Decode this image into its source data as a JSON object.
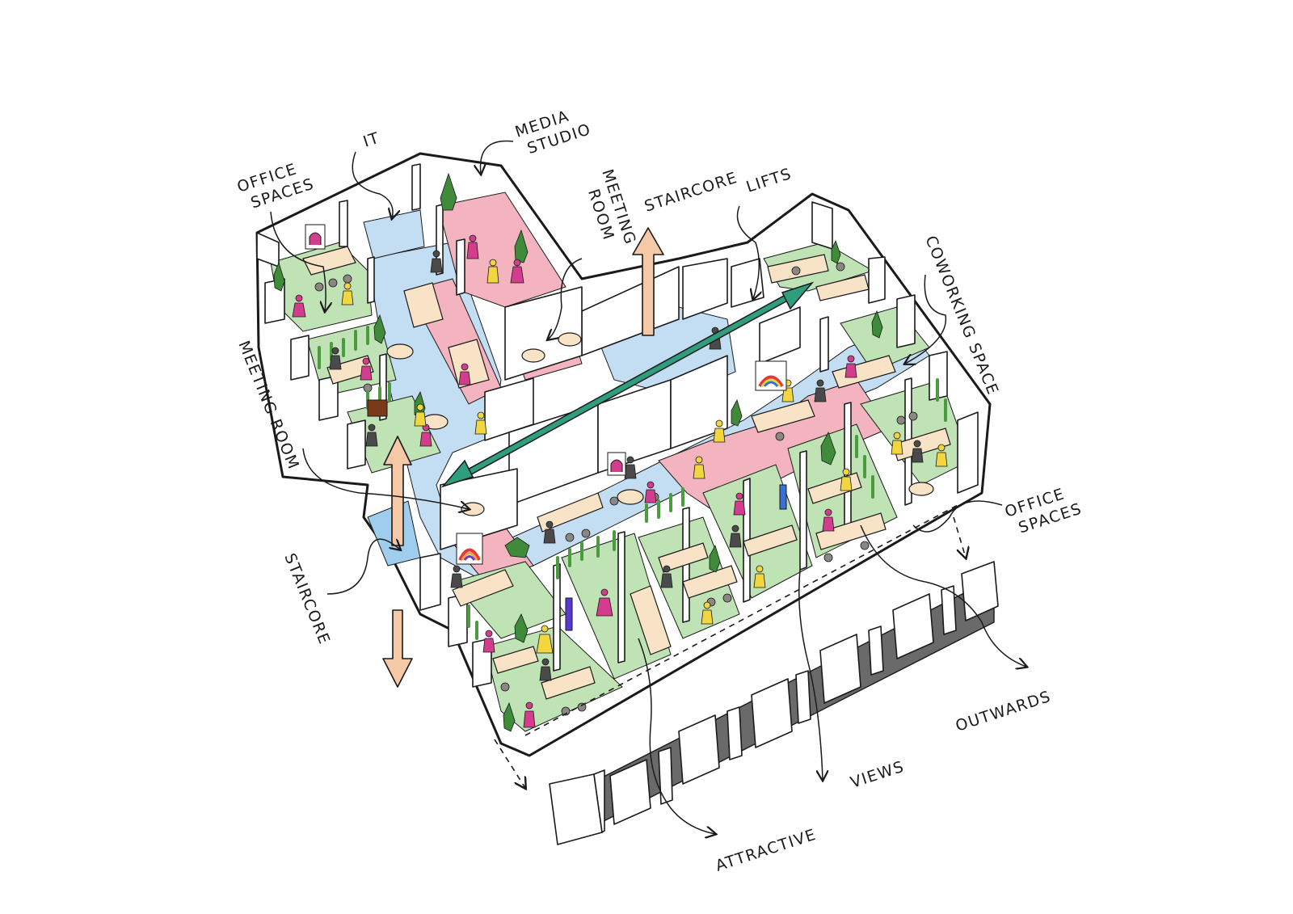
{
  "labels": {
    "office_spaces_top": [
      "OFFICE",
      "SPACES"
    ],
    "it": "IT",
    "media_studio": [
      "MEDIA",
      "STUDIO"
    ],
    "meeting_room_top": [
      "MEETING",
      "ROOM"
    ],
    "staircore_top": "STAIRCORE",
    "lifts": "LIFTS",
    "coworking_space": "COWORKING SPACE",
    "meeting_room_left": "MEETING ROOM",
    "office_spaces_right": [
      "OFFICE",
      "SPACES"
    ],
    "staircore_left": "STAIRCORE",
    "outwards": "OUTWARDS",
    "views": "VIEWS",
    "attractive": "ATTRACTIVE"
  },
  "colors": {
    "office_green": "#bfe3b4",
    "circulation_blue": "#c3def3",
    "meeting_pink": "#f3b3bf",
    "stair_blue": "#9fcdee",
    "desk_cream": "#f9e3c6",
    "vertical_arrow": "#f6c9a6",
    "link_arrow": "#2f9e7f",
    "figure_pink": "#d43c8d",
    "figure_yellow": "#f2d63f",
    "figure_grey": "#4a4a4a",
    "plant_green": "#3f8b3a"
  }
}
